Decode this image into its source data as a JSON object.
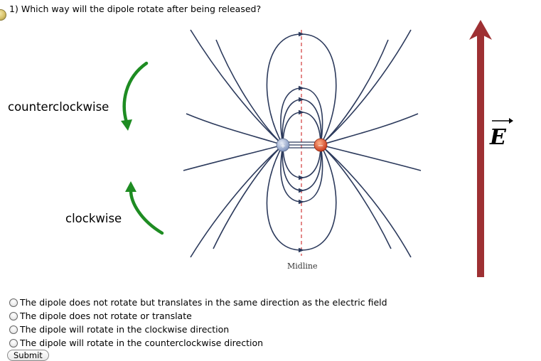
{
  "question": {
    "number": "1)",
    "text": "Which way will the dipole rotate after being released?"
  },
  "figure": {
    "counterclockwise_label": "counterclockwise",
    "clockwise_label": "clockwise",
    "midline_label": "Midline",
    "field_label": "E",
    "positive_charge_symbol": "+",
    "negative_charge_symbol": "−",
    "colors": {
      "field_lines": "#2c3a5c",
      "midline": "#d23a3a",
      "rotation_arrows": "#1e8c22",
      "e_field_arrow": "#9e3033",
      "positive_charge": "#8fa2c8",
      "negative_charge": "#d94a2a"
    }
  },
  "options": [
    {
      "label": "The dipole does not rotate but translates in the same direction as the electric field"
    },
    {
      "label": "The dipole does not rotate or translate"
    },
    {
      "label": "The dipole will rotate in the clockwise direction"
    },
    {
      "label": "The dipole will rotate in the counterclockwise direction"
    }
  ],
  "submit": {
    "label": "Submit"
  }
}
